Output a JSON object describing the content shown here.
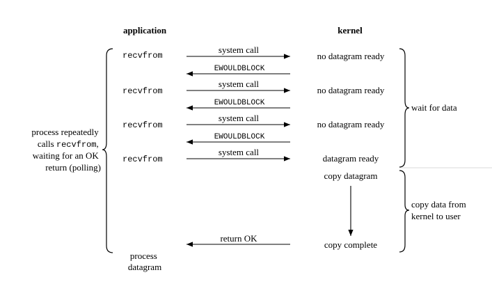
{
  "headers": {
    "application": "application",
    "kernel": "kernel"
  },
  "rows": [
    {
      "app": "recvfrom",
      "call": "system call",
      "kernel": "no datagram ready",
      "reply": "EWOULDBLOCK"
    },
    {
      "app": "recvfrom",
      "call": "system call",
      "kernel": "no datagram ready",
      "reply": "EWOULDBLOCK"
    },
    {
      "app": "recvfrom",
      "call": "system call",
      "kernel": "no datagram ready",
      "reply": "EWOULDBLOCK"
    },
    {
      "app": "recvfrom",
      "call": "system call",
      "kernel": "datagram ready"
    }
  ],
  "copy_datagram": "copy datagram",
  "copy_complete": "copy complete",
  "return_ok": "return OK",
  "process_datagram": [
    "process",
    "datagram"
  ],
  "left_note": {
    "line1": "process repeatedly",
    "line2_prefix": "calls ",
    "line2_code": "recvfrom",
    "line2_suffix": ",",
    "line3": "waiting for an OK",
    "line4": "return (polling)"
  },
  "right_notes": {
    "wait": "wait for data",
    "copy_line1": "copy data from",
    "copy_line2": "kernel to user"
  }
}
